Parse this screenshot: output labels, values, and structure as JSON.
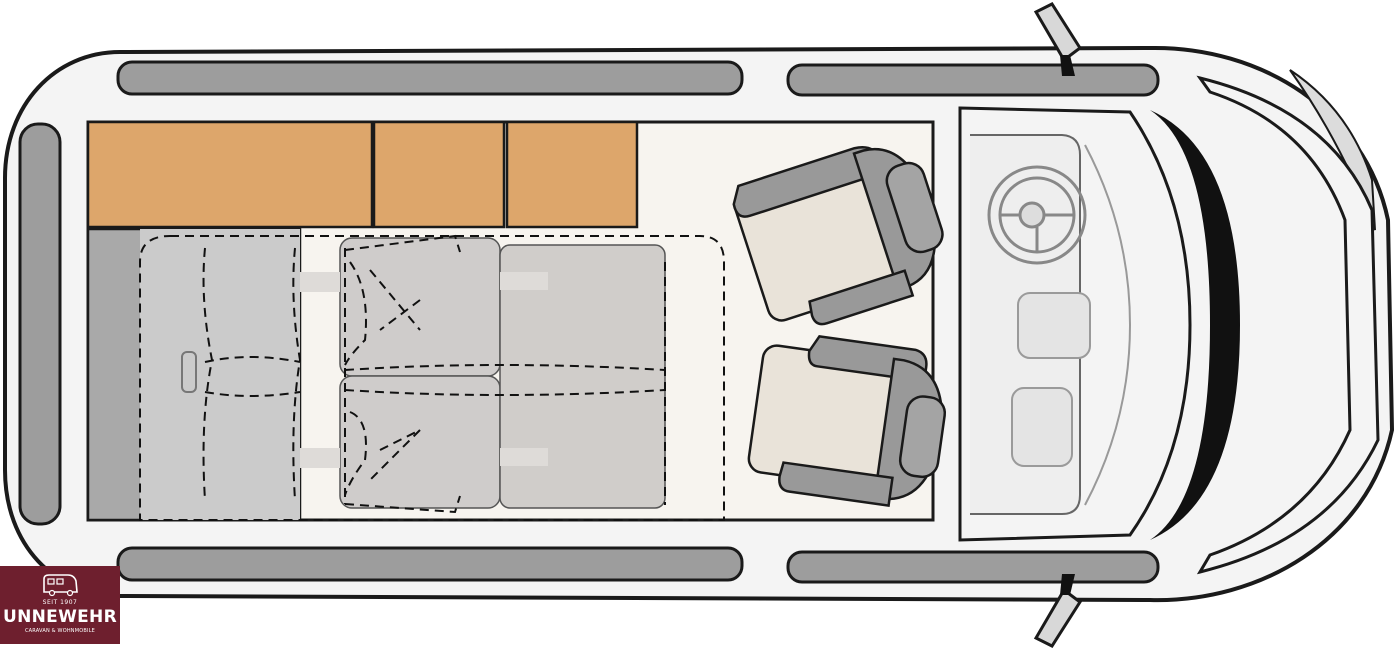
{
  "logo": {
    "since": "SEIT 1907",
    "name": "UNNEWEHR",
    "tagline": "CARAVAN & WOHNMOBILE"
  },
  "colors": {
    "cabinet": "#dda66b",
    "floor": "#f7f4ef",
    "body_outline": "#1a1a1a",
    "window_gray": "#9d9d9d",
    "seat_gray": "#999999",
    "seat_cushion": "#e9e3d9",
    "bench_overlay": "#cfcccb",
    "logo_bg": "#6e1f2e"
  },
  "icons": {
    "steering": "steering-wheel-icon",
    "logo": "motorhome-logo-icon"
  }
}
